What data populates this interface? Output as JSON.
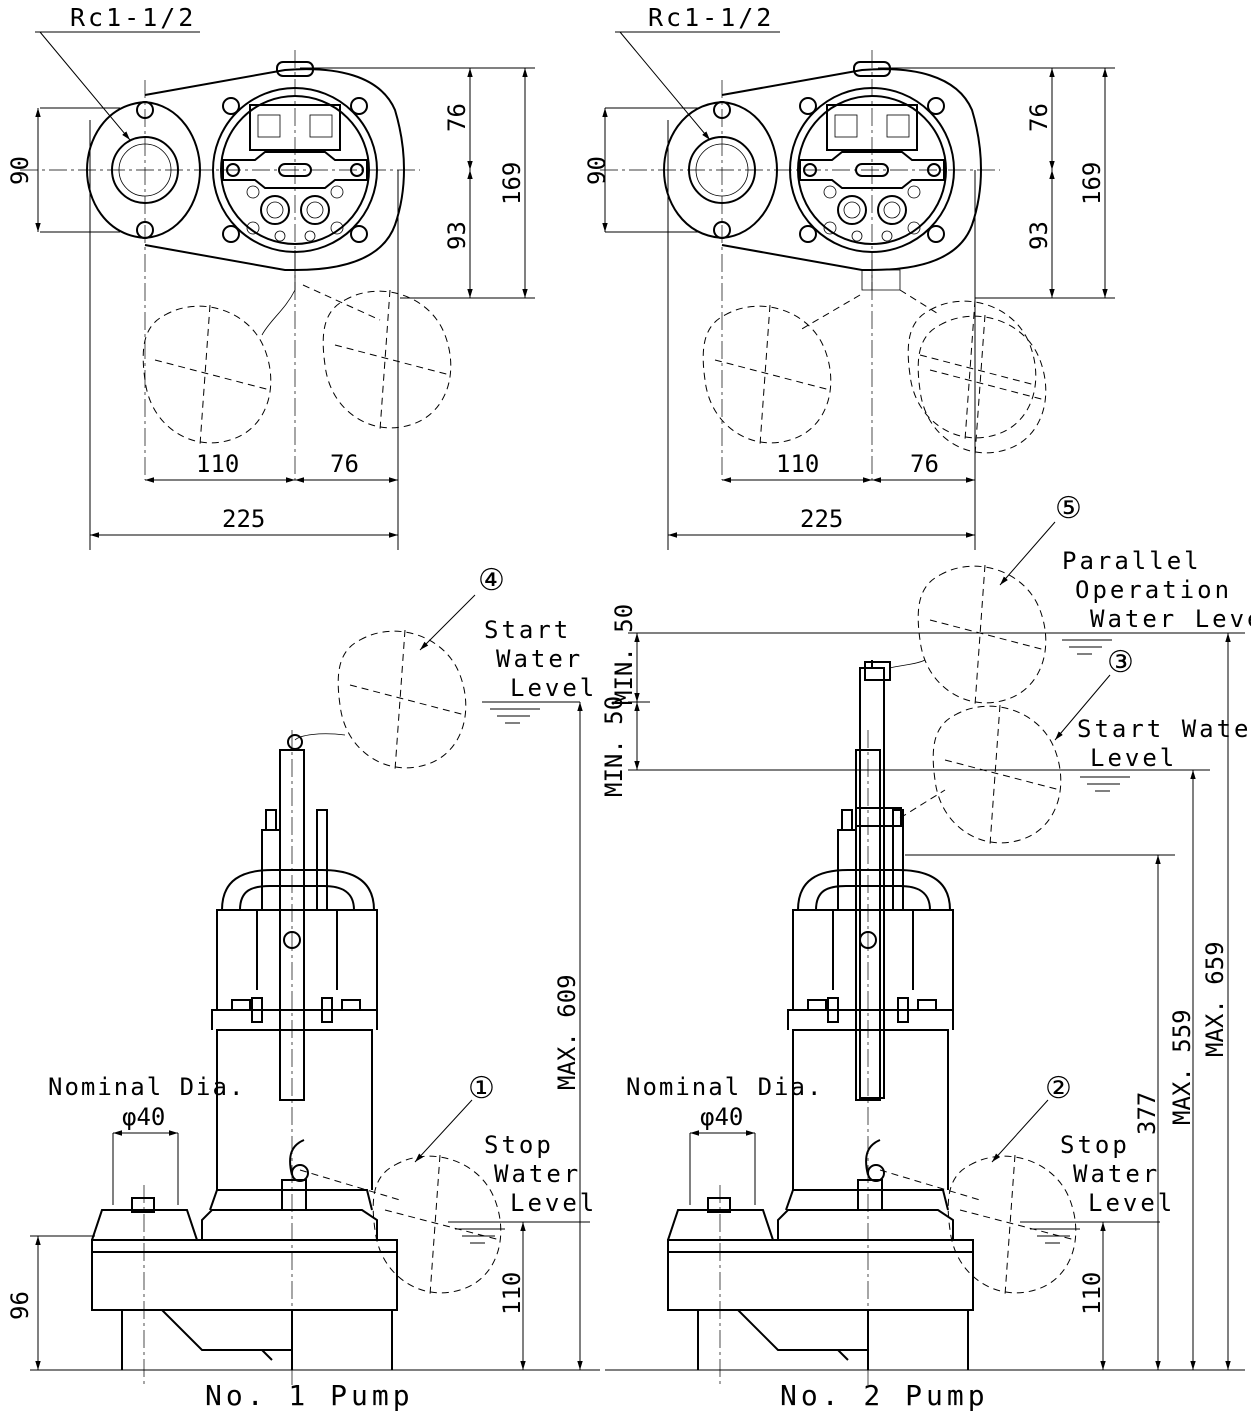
{
  "drawing": {
    "top_view_left": {
      "thread_label": "Rc1-1/2",
      "dim_inlet_height": "90",
      "dim_upper": "76",
      "dim_lower": "93",
      "dim_total_height": "169",
      "dim_left_width": "110",
      "dim_right_width": "76",
      "dim_total_width": "225"
    },
    "top_view_right": {
      "thread_label": "Rc1-1/2",
      "dim_inlet_height": "90",
      "dim_upper": "76",
      "dim_lower": "93",
      "dim_total_height": "169",
      "dim_left_width": "110",
      "dim_right_width": "76",
      "dim_total_width": "225"
    },
    "pump1": {
      "caption": "No. 1  Pump",
      "float_start_marker": "④",
      "start_level": [
        "Start",
        "Water",
        "Level"
      ],
      "float_stop_marker": "①",
      "stop_level": [
        "Stop",
        "Water",
        "Level"
      ],
      "nominal_label": "Nominal Dia.",
      "diameter": "φ40",
      "dim_base_height": "96",
      "dim_stop_height": "110",
      "dim_max": "MAX. 609"
    },
    "pump2": {
      "caption": "No. 2  Pump",
      "float_parallel_marker": "⑤",
      "parallel_level": [
        "Parallel",
        "Operation",
        "Water Level"
      ],
      "float_start_marker": "③",
      "start_level": [
        "Start Water",
        "Level"
      ],
      "float_stop_marker": "②",
      "stop_level": [
        "Stop",
        "Water",
        "Level"
      ],
      "nominal_label": "Nominal Dia.",
      "diameter": "φ40",
      "dim_min_upper": "MIN. 50",
      "dim_min_lower": "MIN. 50",
      "dim_stop_height": "110",
      "dim_377": "377",
      "dim_max_559": "MAX. 559",
      "dim_max_659": "MAX. 659"
    }
  }
}
